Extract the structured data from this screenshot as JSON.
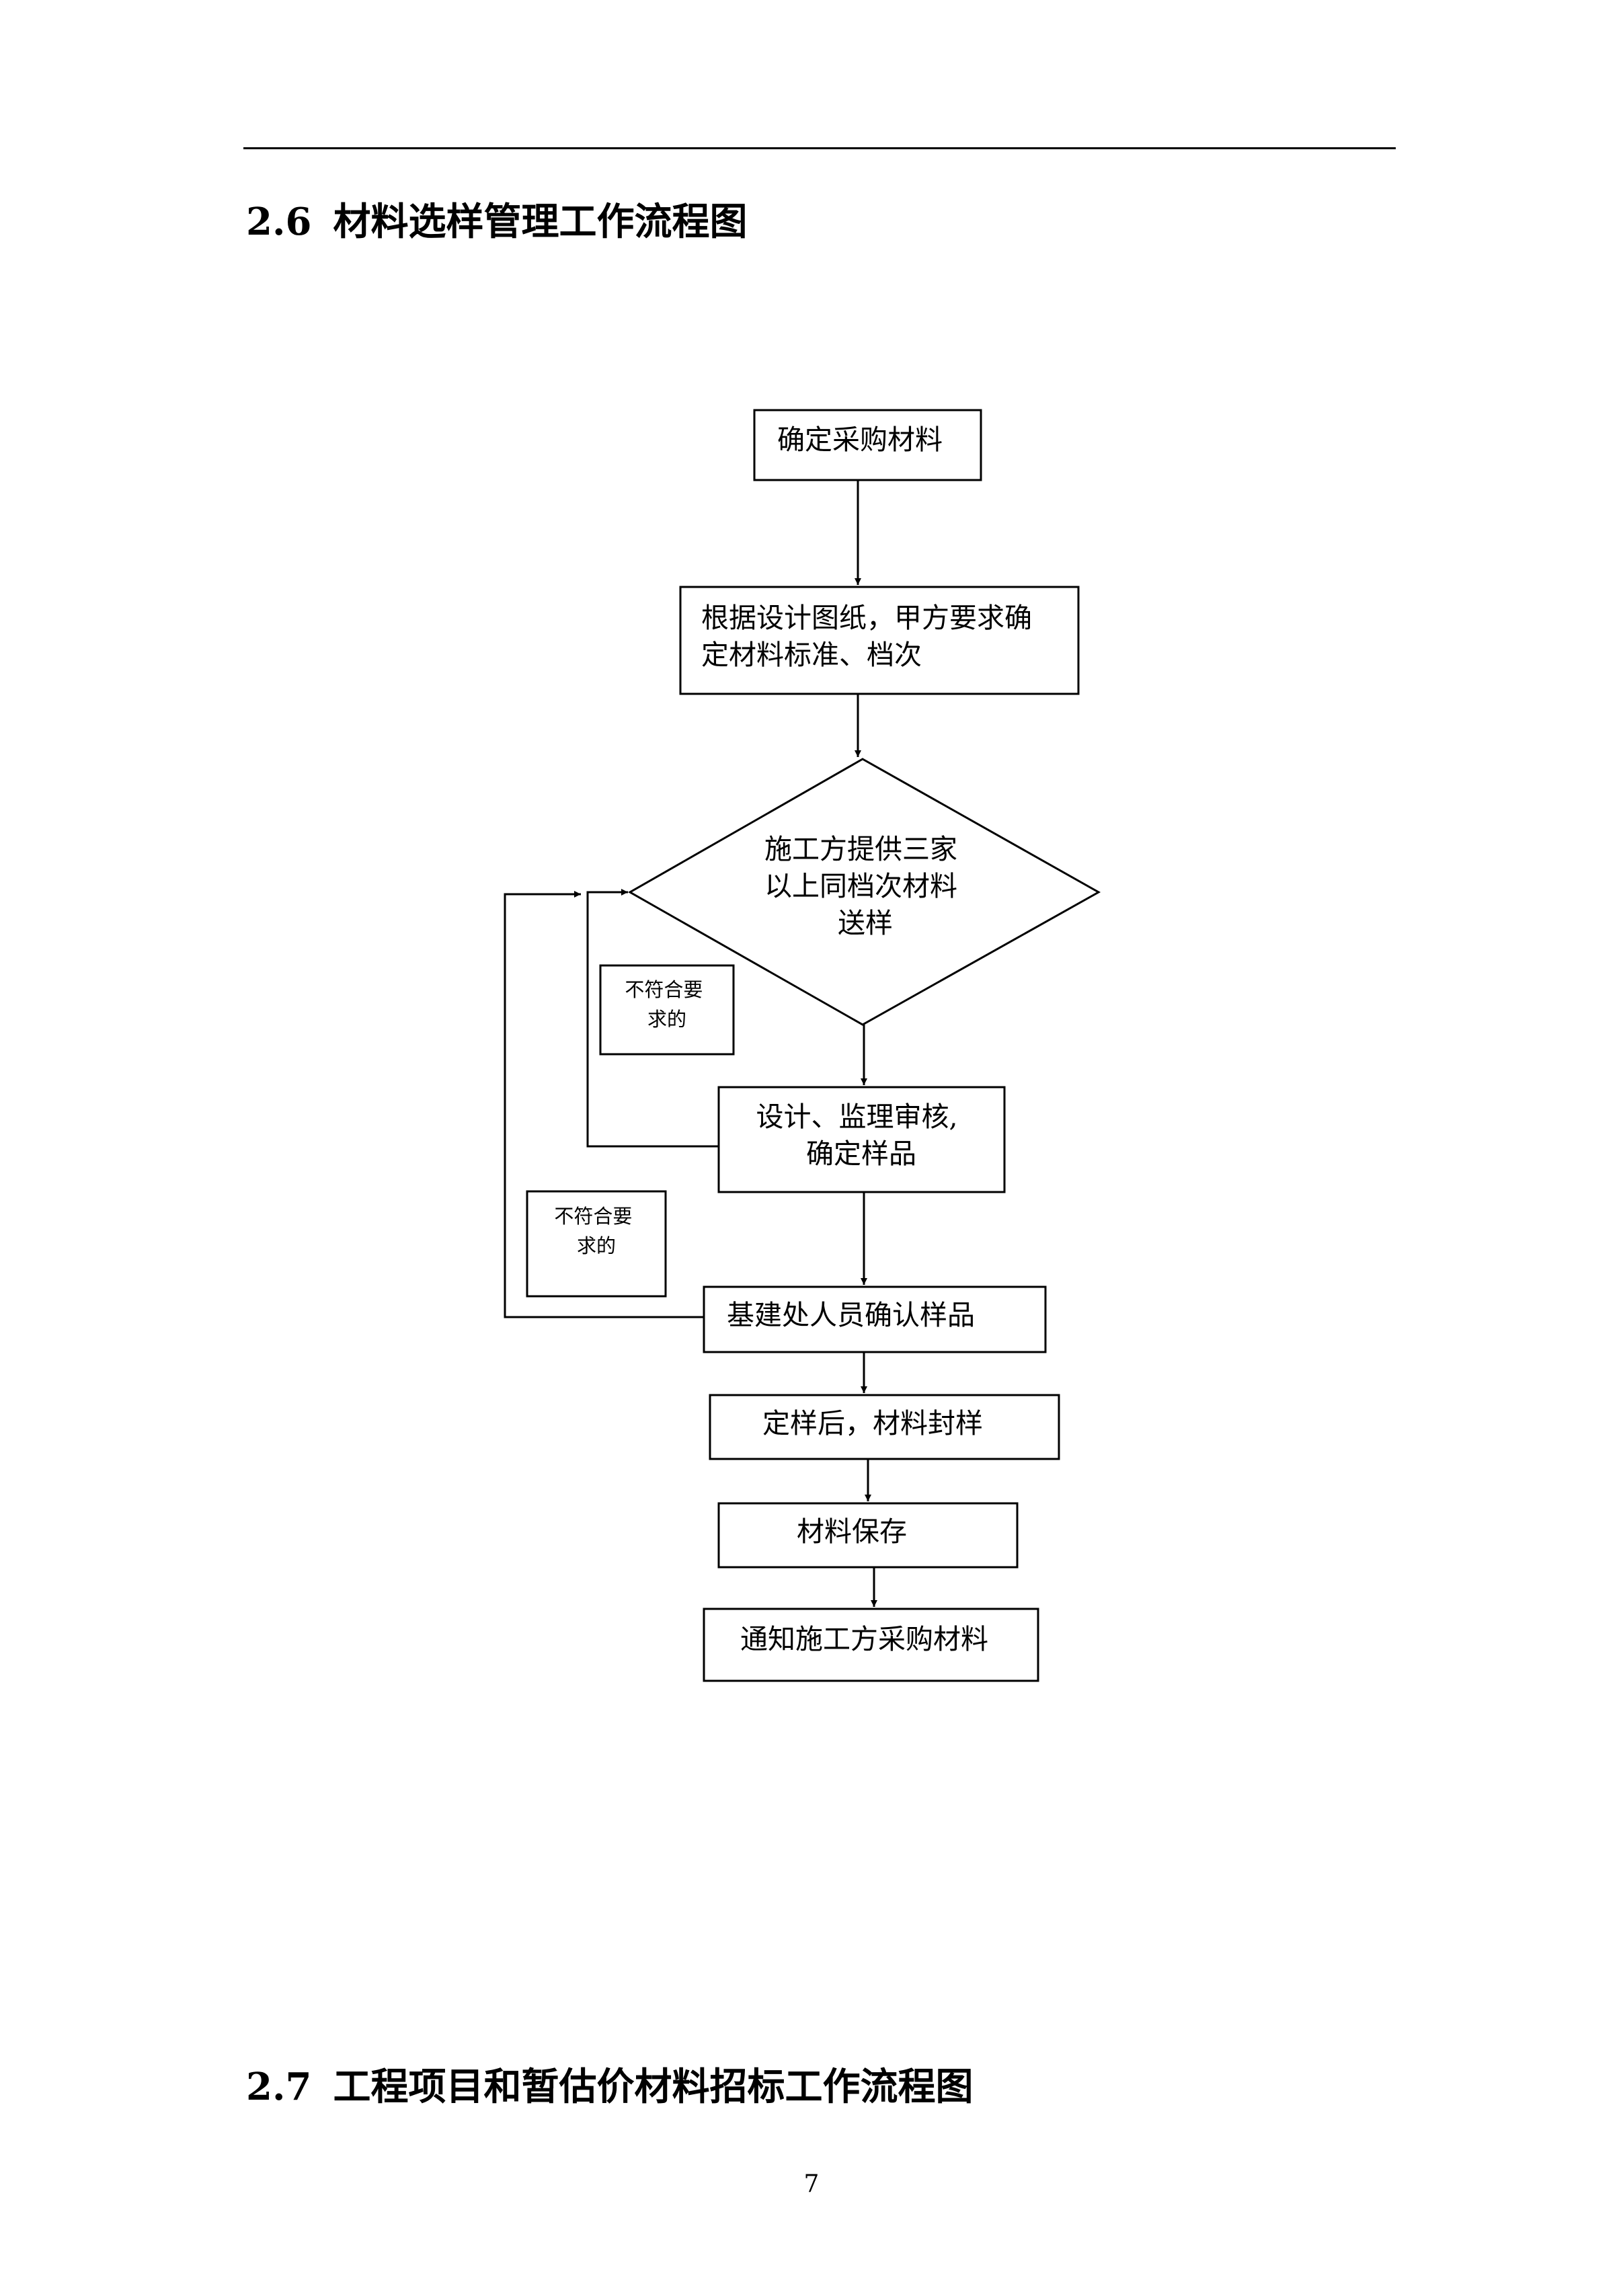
{
  "section_2_6": {
    "number": "2.6",
    "title": "材料选样管理工作流程图"
  },
  "section_2_7": {
    "number": "2.7",
    "title": "工程项目和暂估价材料招标工作流程图"
  },
  "page_number": "7",
  "flowchart": {
    "n1": [
      "确定采购材料"
    ],
    "n2": [
      "根据设计图纸，甲方要求确",
      "定材料标准、档次"
    ],
    "n3": [
      "施工方提供三家",
      "以上同档次材料",
      "送样"
    ],
    "n4": [
      "设计、监理审核,",
      "确定样品"
    ],
    "n5": [
      "基建处人员确认样品"
    ],
    "n6": [
      "定样后，材料封样"
    ],
    "n7": [
      "材料保存"
    ],
    "n8": [
      "通知施工方采购材料"
    ],
    "note1": [
      "不符合要",
      "求的"
    ],
    "note2": [
      "不符合要",
      "求的"
    ]
  }
}
